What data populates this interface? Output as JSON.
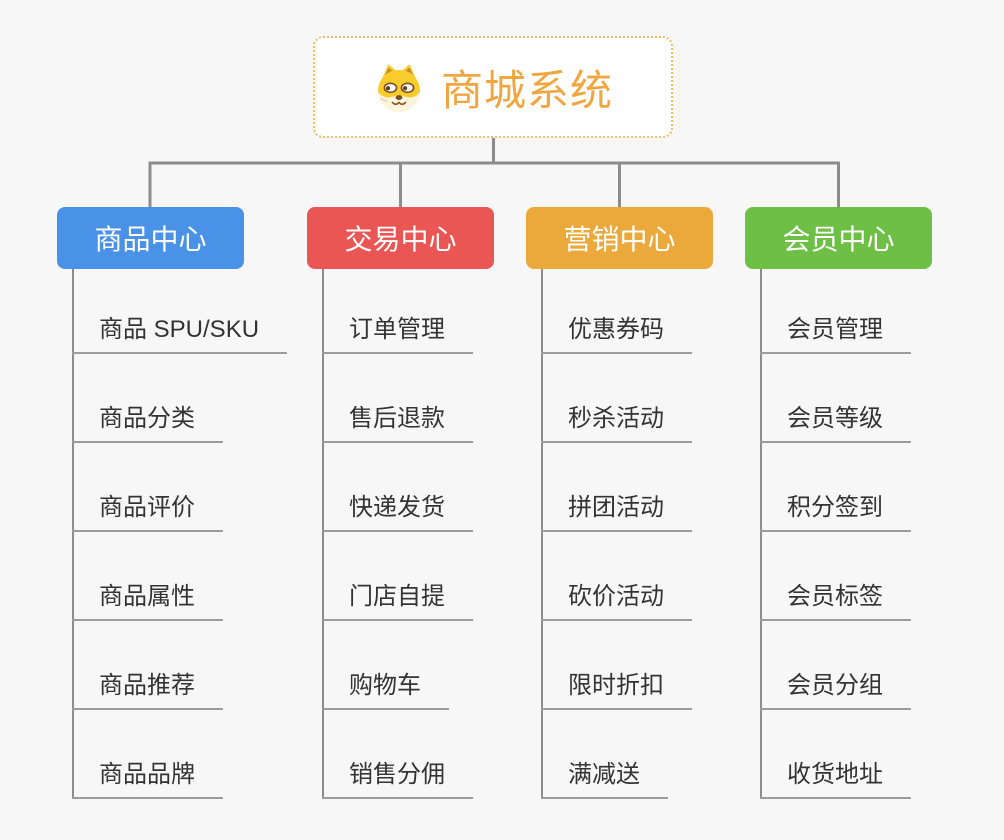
{
  "canvas": {
    "background_color": "#F7F7F7",
    "connector_color": "#8C8C8C",
    "underline_color": "#9C9C9C",
    "leaf_text_color": "#333333"
  },
  "root": {
    "title": "商城系统",
    "icon": "dog-face-icon",
    "accent_color": "#F1A640",
    "border_color": "#F3BA67"
  },
  "branches": [
    {
      "id": "product-center",
      "label": "商品中心",
      "color": "#4A92E8",
      "items": [
        "商品 SPU/SKU",
        "商品分类",
        "商品评价",
        "商品属性",
        "商品推荐",
        "商品品牌"
      ]
    },
    {
      "id": "trade-center",
      "label": "交易中心",
      "color": "#E95654",
      "items": [
        "订单管理",
        "售后退款",
        "快递发货",
        "门店自提",
        "购物车",
        "销售分佣"
      ]
    },
    {
      "id": "marketing-center",
      "label": "营销中心",
      "color": "#EBA93C",
      "items": [
        "优惠券码",
        "秒杀活动",
        "拼团活动",
        "砍价活动",
        "限时折扣",
        "满减送"
      ]
    },
    {
      "id": "member-center",
      "label": "会员中心",
      "color": "#6EBF45",
      "items": [
        "会员管理",
        "会员等级",
        "积分签到",
        "会员标签",
        "会员分组",
        "收货地址"
      ]
    }
  ]
}
